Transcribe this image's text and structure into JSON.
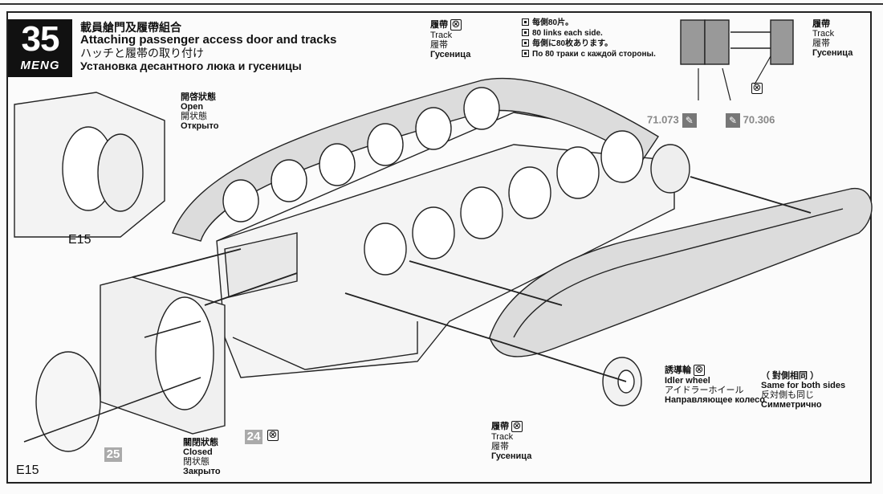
{
  "step": {
    "number": "35",
    "brand": "MENG"
  },
  "title": {
    "zh": "載員艙門及履帶組合",
    "en": "Attaching passenger access door and tracks",
    "ja": "ハッチと履帯の取り付け",
    "ru": "Установка десантного люка и гусеницы"
  },
  "open_state": {
    "zh": "開啓狀態",
    "en": "Open",
    "ja": "開状態",
    "ru": "Открыто"
  },
  "closed_state": {
    "zh": "關閉狀態",
    "en": "Closed",
    "ja": "閉状態",
    "ru": "Закрыто"
  },
  "track_top": {
    "zh": "履帶",
    "en": "Track",
    "ja": "履帯",
    "ru": "Гусеница"
  },
  "track_right": {
    "zh": "履帶",
    "en": "Track",
    "ja": "履帯",
    "ru": "Гусеница"
  },
  "track_bottom": {
    "zh": "履帶",
    "en": "Track",
    "ja": "履帯",
    "ru": "Гусеница"
  },
  "note": {
    "zh": "每側80片。",
    "en": "80 links each side.",
    "ja": "毎側に80枚あります。",
    "ru": "По 80 траки с каждой стороны."
  },
  "idler": {
    "zh": "誘導輪",
    "en": "Idler wheel",
    "ja": "アイドラーホイール",
    "ru": "Направляющее колесо"
  },
  "both_sides": {
    "zh": "（ 對側相同 ）",
    "en": "Same for both sides",
    "ja": "反対側も同じ",
    "ru": "Симметрично"
  },
  "paints": [
    {
      "code": "71.073",
      "icon": "brush-icon"
    },
    {
      "code": "70.306",
      "icon": "brush-icon"
    }
  ],
  "parts": {
    "e15_top": "E15",
    "e15_bottom": "E15",
    "p24": "24",
    "p25": "25"
  },
  "colors": {
    "ink": "#111111",
    "paint_grey": "#777777",
    "part_grey": "#aaaaaa"
  }
}
